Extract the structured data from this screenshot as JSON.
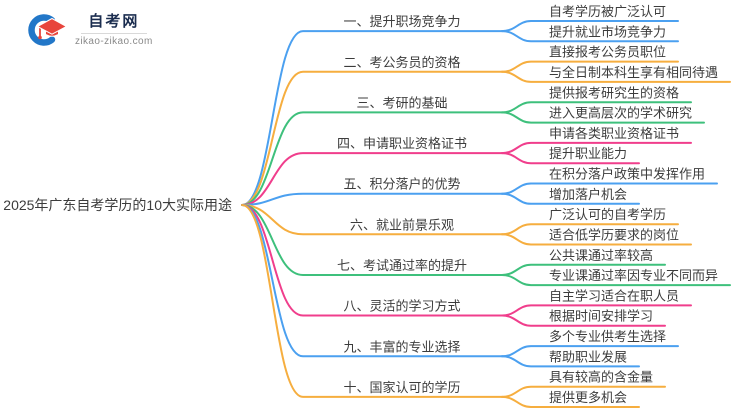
{
  "logo": {
    "title": "自考网",
    "url": "zikao-zikao.com"
  },
  "root": {
    "title": "2025年广东自考学历的10大实际用途"
  },
  "palette": {
    "blue": "#4BA0F0",
    "orange": "#F6AE3F",
    "green": "#3EC07C",
    "pink": "#F03E8C",
    "text": "#3C3C3C",
    "logo_red": "#E8453C",
    "logo_blue": "#2277C8",
    "logo_navy": "#1B2D4F",
    "logo_gray": "#8A8A8A"
  },
  "branches": [
    {
      "label": "一、提升职场竞争力",
      "color": "blue",
      "children": [
        "自考学历被广泛认可",
        "提升就业市场竞争力"
      ]
    },
    {
      "label": "二、考公务员的资格",
      "color": "orange",
      "children": [
        "直接报考公务员职位",
        "与全日制本科生享有相同待遇"
      ]
    },
    {
      "label": "三、考研的基础",
      "color": "green",
      "children": [
        "提供报考研究生的资格",
        "进入更高层次的学术研究"
      ]
    },
    {
      "label": "四、申请职业资格证书",
      "color": "pink",
      "children": [
        "申请各类职业资格证书",
        "提升职业能力"
      ]
    },
    {
      "label": "五、积分落户的优势",
      "color": "blue",
      "children": [
        "在积分落户政策中发挥作用",
        "增加落户机会"
      ]
    },
    {
      "label": "六、就业前景乐观",
      "color": "orange",
      "children": [
        "广泛认可的自考学历",
        "适合低学历要求的岗位"
      ]
    },
    {
      "label": "七、考试通过率的提升",
      "color": "green",
      "children": [
        "公共课通过率较高",
        "专业课通过率因专业不同而异"
      ]
    },
    {
      "label": "八、灵活的学习方式",
      "color": "pink",
      "children": [
        "自主学习适合在职人员",
        "根据时间安排学习"
      ]
    },
    {
      "label": "九、丰富的专业选择",
      "color": "blue",
      "children": [
        "多个专业供考生选择",
        "帮助职业发展"
      ]
    },
    {
      "label": "十、国家认可的学历",
      "color": "orange",
      "children": [
        "具有较高的含金量",
        "提供更多机会"
      ]
    }
  ]
}
